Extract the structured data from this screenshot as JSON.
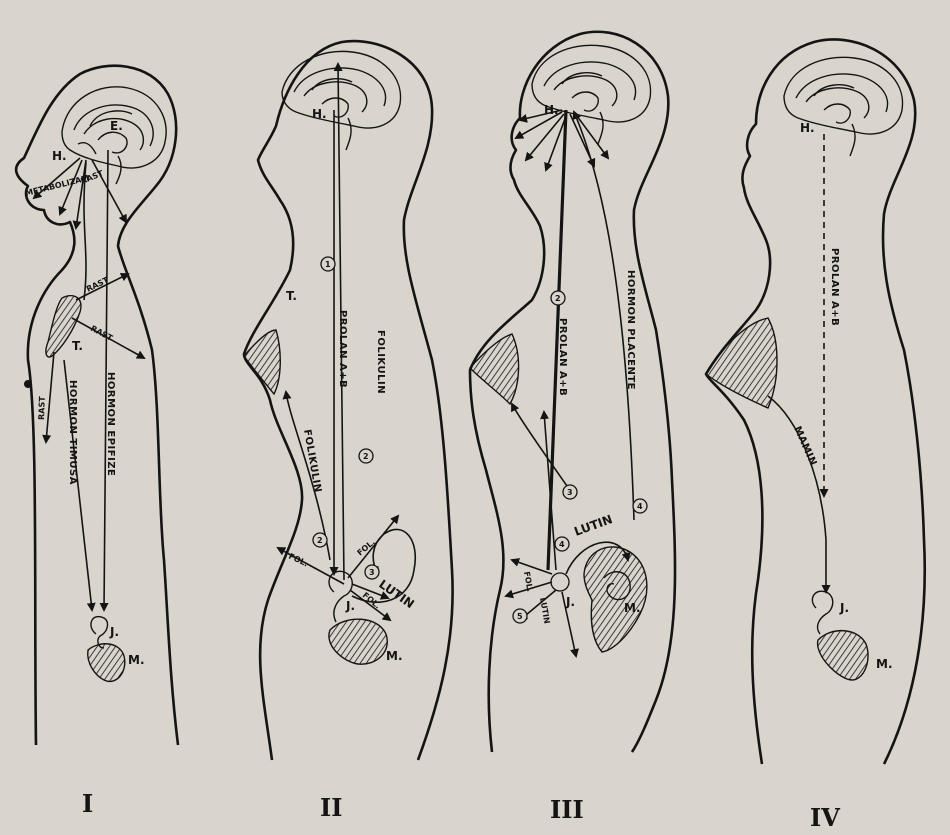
{
  "figures": [
    {
      "numeral": "I",
      "labels": {
        "h": "H.",
        "e": "E.",
        "t": "T.",
        "j": "J.",
        "m": "M."
      },
      "arrows": {
        "rast_head": "RAST",
        "metabolizam": "METABOLIZAM",
        "rast_up": "RAST",
        "rast_mid": "RAST",
        "rast_down": "RAST",
        "hormon_timusa": "HORMON TIMUSA",
        "hormon_epifize": "HORMON EPIFIZE"
      }
    },
    {
      "numeral": "II",
      "labels": {
        "h": "H.",
        "t": "T.",
        "j": "J.",
        "m": "M."
      },
      "arrows": {
        "prolan": "PROLAN A+B",
        "folikulin_up": "FOLIKULIN",
        "folikulin_down": "FOLIKULIN",
        "lutin": "LUTIN",
        "fol_a": "FOL.",
        "fol_b": "FOL.",
        "fol_c": "FOL."
      },
      "steps": [
        "1",
        "2",
        "2",
        "3"
      ]
    },
    {
      "numeral": "III",
      "labels": {
        "h": "H.",
        "j": "J.",
        "m": "M."
      },
      "arrows": {
        "prolan": "PROLAN A+B",
        "hormon_placente": "HORMON PLACENTE",
        "lutin_a": "LUTIN",
        "fol": "FOL.",
        "lutin_b": "LUTIN"
      },
      "steps": [
        "2",
        "3",
        "4",
        "4",
        "5"
      ]
    },
    {
      "numeral": "IV",
      "labels": {
        "h": "H.",
        "j": "J.",
        "m": "M."
      },
      "arrows": {
        "prolan": "PROLAN A+B",
        "mamin": "MAMIN"
      }
    }
  ]
}
